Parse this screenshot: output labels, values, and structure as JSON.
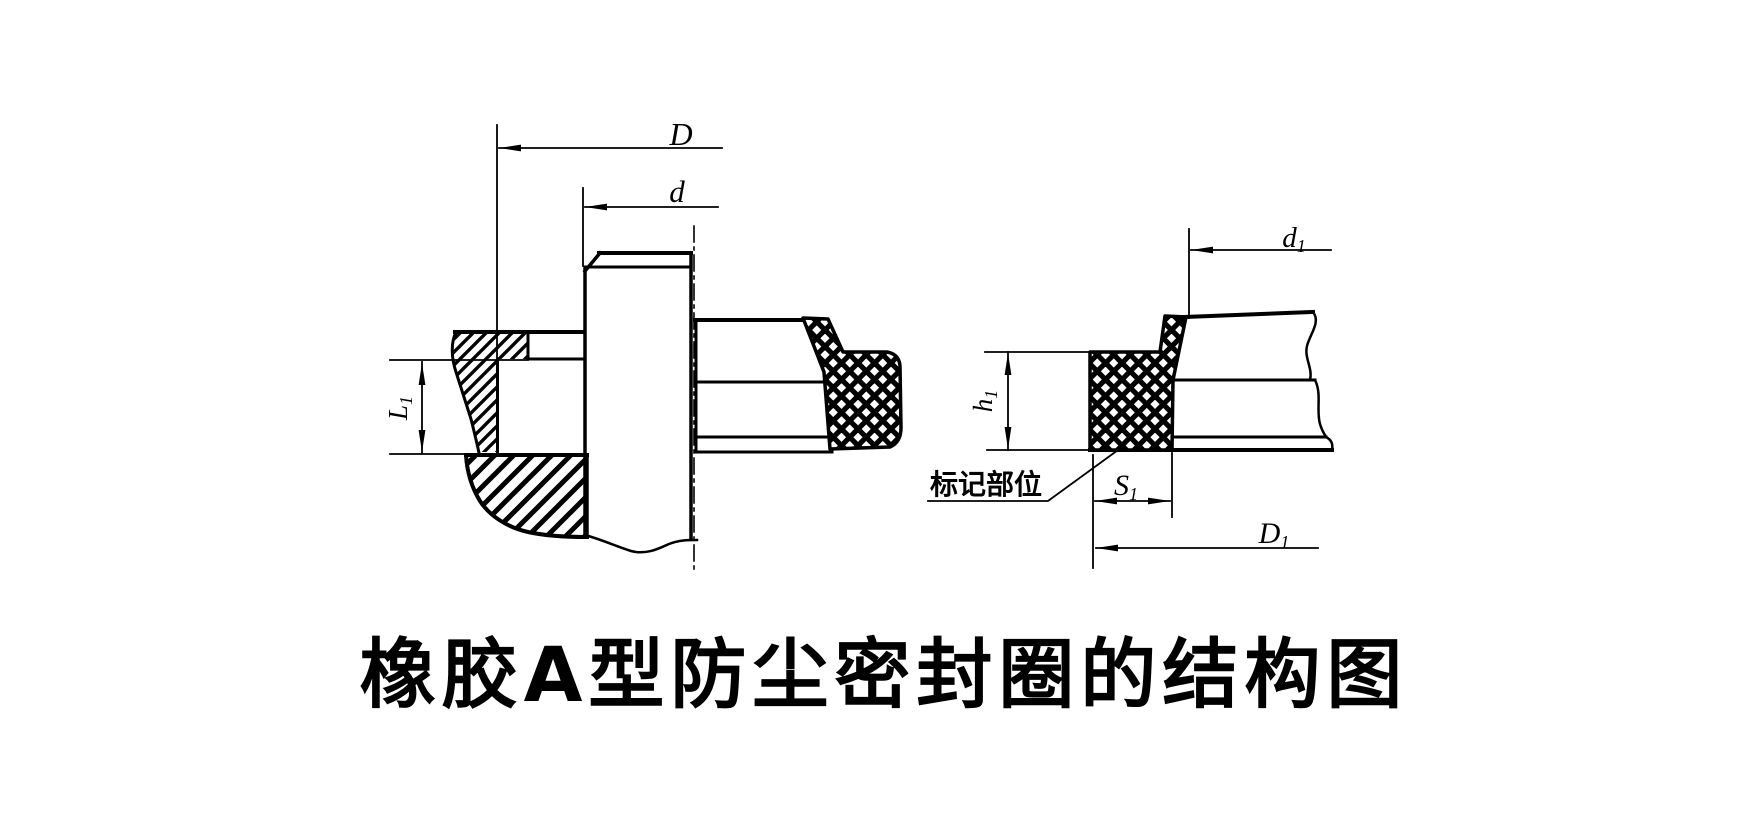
{
  "figure": {
    "title": "橡胶A型防尘密封圈的结构图",
    "marking_label": "标记部位"
  },
  "dimensions": {
    "left_view": {
      "D": {
        "main": "D",
        "sub": ""
      },
      "d": {
        "main": "d",
        "sub": ""
      },
      "L1": {
        "main": "L",
        "sub": "1"
      }
    },
    "right_view": {
      "d1": {
        "main": "d",
        "sub": "1"
      },
      "h1": {
        "main": "h",
        "sub": "1"
      },
      "S1": {
        "main": "S",
        "sub": "1"
      },
      "D1": {
        "main": "D",
        "sub": "1"
      }
    }
  },
  "colors": {
    "ink": "#000000",
    "paper": "#ffffff"
  }
}
